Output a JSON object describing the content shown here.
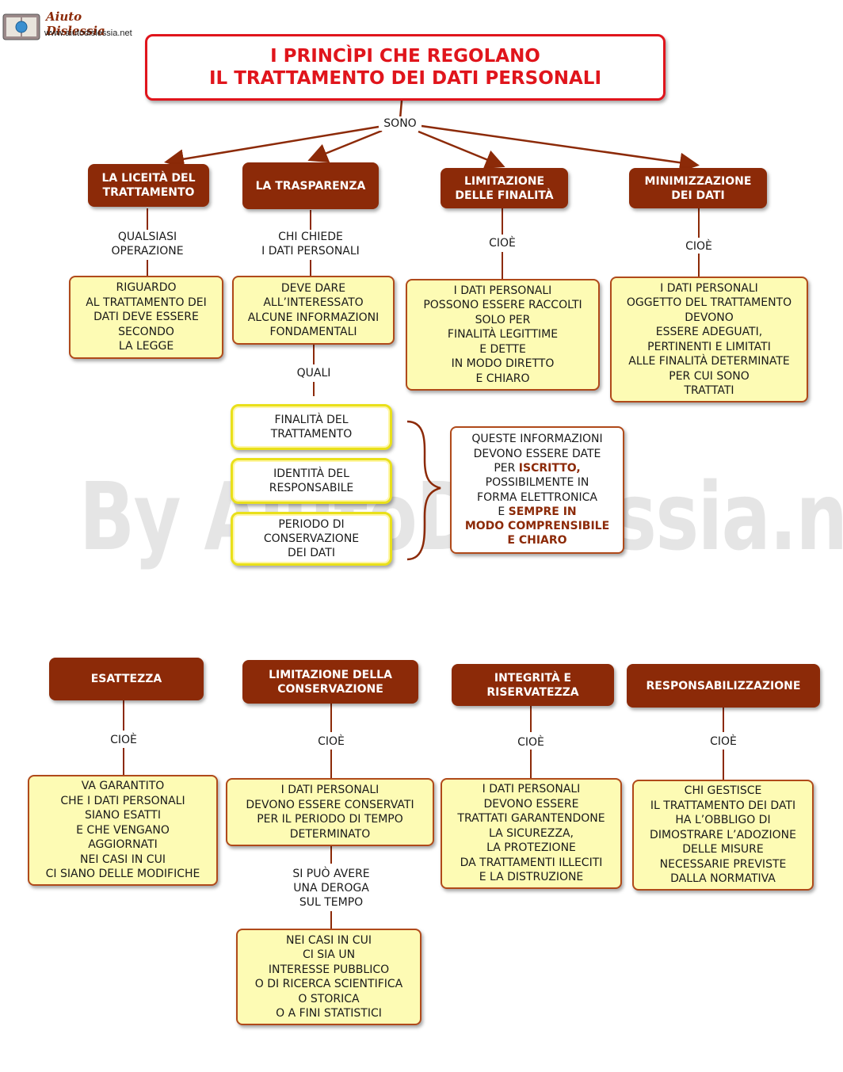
{
  "logo": {
    "brand": "Aiuto Dislessia",
    "url": "www.aiutodislessia.net"
  },
  "watermark": "By AiutoDislessia.net",
  "title": {
    "line1": "I PRINCÌPI CHE REGOLANO",
    "line2": "IL TRATTAMENTO DEI DATI PERSONALI"
  },
  "connector_top": "SONO",
  "principles_top": [
    {
      "title": "LA LICEITÀ DEL\nTRATTAMENTO",
      "link": "QUALSIASI\nOPERAZIONE",
      "desc": "RIGUARDO\nAL TRATTAMENTO DEI\nDATI DEVE ESSERE\nSECONDO\nLA LEGGE"
    },
    {
      "title": "LA TRASPARENZA",
      "link": "CHI CHIEDE\nI DATI PERSONALI",
      "desc": "DEVE DARE\nALL’INTERESSATO\nALCUNE INFORMAZIONI\nFONDAMENTALI"
    },
    {
      "title": "LIMITAZIONE\nDELLE FINALITÀ",
      "link": "CIOÈ",
      "desc": "I DATI PERSONALI\nPOSSONO ESSERE RACCOLTI\nSOLO PER\nFINALITÀ LEGITTIME\nE DETTE\nIN MODO DIRETTO\nE CHIARO"
    },
    {
      "title": "MINIMIZZAZIONE\nDEI DATI",
      "link": "CIOÈ",
      "desc": "I DATI PERSONALI\nOGGETTO DEL TRATTAMENTO\nDEVONO\nESSERE ADEGUATI,\nPERTINENTI E LIMITATI\nALLE FINALITÀ DETERMINATE\nPER CUI SONO\nTRATTATI"
    }
  ],
  "transparency_detail": {
    "link": "QUALI",
    "items": [
      "FINALITÀ DEL\nTRATTAMENTO",
      "IDENTITÀ DEL\nRESPONSABILE",
      "PERIODO DI\nCONSERVAZIONE\nDEI DATI"
    ],
    "info": {
      "l1": "QUESTE INFORMAZIONI",
      "l2": "DEVONO ESSERE DATE",
      "l3a": "PER ",
      "l3b": "ISCRITTO,",
      "l4": "POSSIBILMENTE IN",
      "l5": "FORMA ELETTRONICA",
      "l6a": "E ",
      "l6b": "SEMPRE IN",
      "l7": "MODO COMPRENSIBILE",
      "l8": "E CHIARO"
    }
  },
  "principles_bottom": [
    {
      "title": "ESATTEZZA",
      "link": "CIOÈ",
      "desc": "VA GARANTITO\nCHE I DATI PERSONALI\nSIANO ESATTI\nE CHE VENGANO\nAGGIORNATI\nNEI CASI IN CUI\nCI SIANO DELLE MODIFICHE"
    },
    {
      "title": "LIMITAZIONE DELLA\nCONSERVAZIONE",
      "link": "CIOÈ",
      "desc": "I DATI PERSONALI\nDEVONO ESSERE CONSERVATI\nPER IL PERIODO DI TEMPO\nDETERMINATO"
    },
    {
      "title": "INTEGRITÀ E\nRISERVATEZZA",
      "link": "CIOÈ",
      "desc": "I DATI PERSONALI\nDEVONO ESSERE\nTRATTATI GARANTENDONE\nLA SICUREZZA,\nLA PROTEZIONE\nDA TRATTAMENTI ILLECITI\nE LA DISTRUZIONE"
    },
    {
      "title": "RESPONSABILIZZAZIONE",
      "link": "CIOÈ",
      "desc": "CHI GESTISCE\nIL TRATTAMENTO DEI DATI\nHA L’OBBLIGO DI\nDIMOSTRARE L’ADOZIONE\nDELLE MISURE\nNECESSARIE PREVISTE\nDALLA NORMATIVA"
    }
  ],
  "conservation_detail": {
    "link": "SI PUÒ AVERE\nUNA DEROGA\nSUL TEMPO",
    "desc": "NEI CASI IN CUI\nCI SIA UN\nINTERESSE PUBBLICO\nO DI RICERCA SCIENTIFICA\nO STORICA\nO A FINI STATISTICI"
  },
  "colors": {
    "title_red": "#e0151c",
    "header_brown": "#8c2a08",
    "note_yellow": "#fdfbb4",
    "highlight_yellow": "#e9e01a"
  }
}
